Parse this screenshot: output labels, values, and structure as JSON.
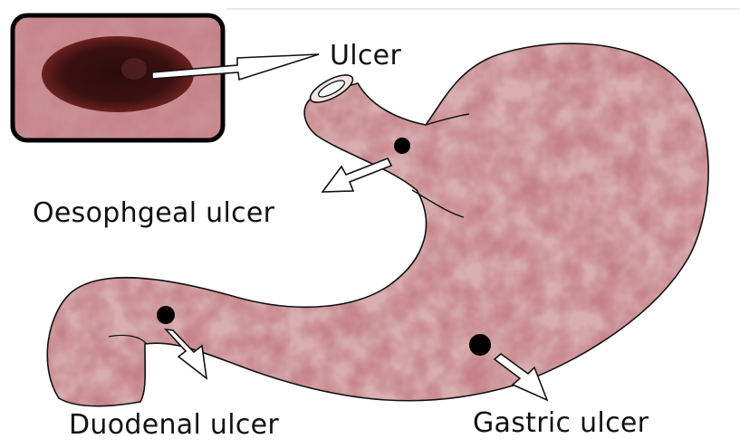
{
  "diagram": {
    "labels": {
      "ulcer": "Ulcer",
      "oesophageal": "Oesophgeal ulcer",
      "duodenal": "Duodenal ulcer",
      "gastric": "Gastric ulcer"
    },
    "colors": {
      "tissue": "#8f3a3e",
      "tissue_light": "#d8aeb0",
      "ulcer_spot": "#000000",
      "outline": "#111111",
      "inset_frame": "#000000"
    },
    "icons": [
      "zoom-inset",
      "hollow-arrow",
      "ulcer-dot"
    ]
  }
}
